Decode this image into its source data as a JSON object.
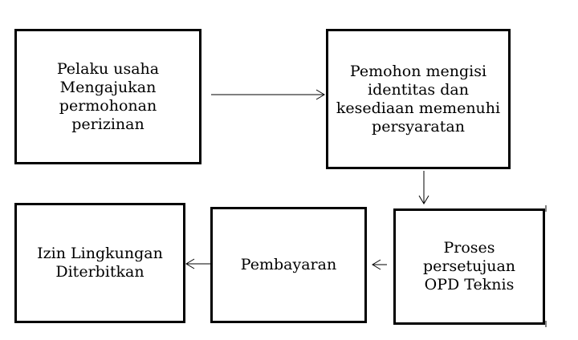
{
  "steps": [
    {
      "id": "step1",
      "text": "Pelaku usaha\nMengajukan\npermohonan\nperizinan"
    },
    {
      "id": "step2",
      "text": "Pemohon mengisi\nidentitas dan\nkesediaan memenuhi\npersyaratan"
    },
    {
      "id": "step3",
      "text": "Proses\npersetujuan\nOPD Teknis"
    },
    {
      "id": "step4",
      "text": "Pembayaran"
    },
    {
      "id": "step5",
      "text": "Izin Lingkungan\nDiterbitkan"
    }
  ],
  "colors": {
    "border": "#000000",
    "background": "#ffffff",
    "text": "#000000"
  }
}
